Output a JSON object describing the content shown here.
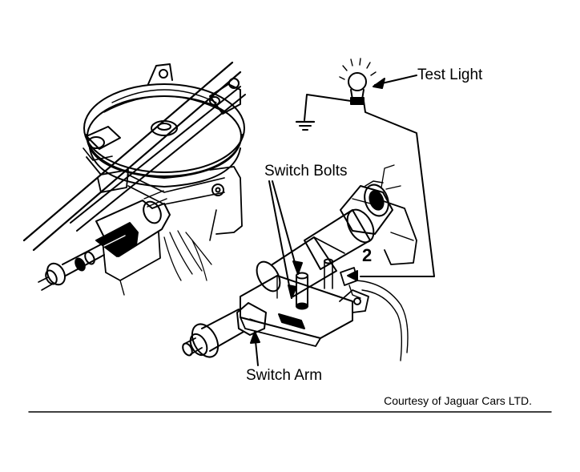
{
  "labels": {
    "test_light": "Test Light",
    "switch_bolts": "Switch Bolts",
    "number_2": "2",
    "switch_arm": "Switch Arm"
  },
  "credit": "Courtesy of Jaguar Cars LTD.",
  "colors": {
    "ink": "#000000",
    "paper": "#ffffff"
  }
}
